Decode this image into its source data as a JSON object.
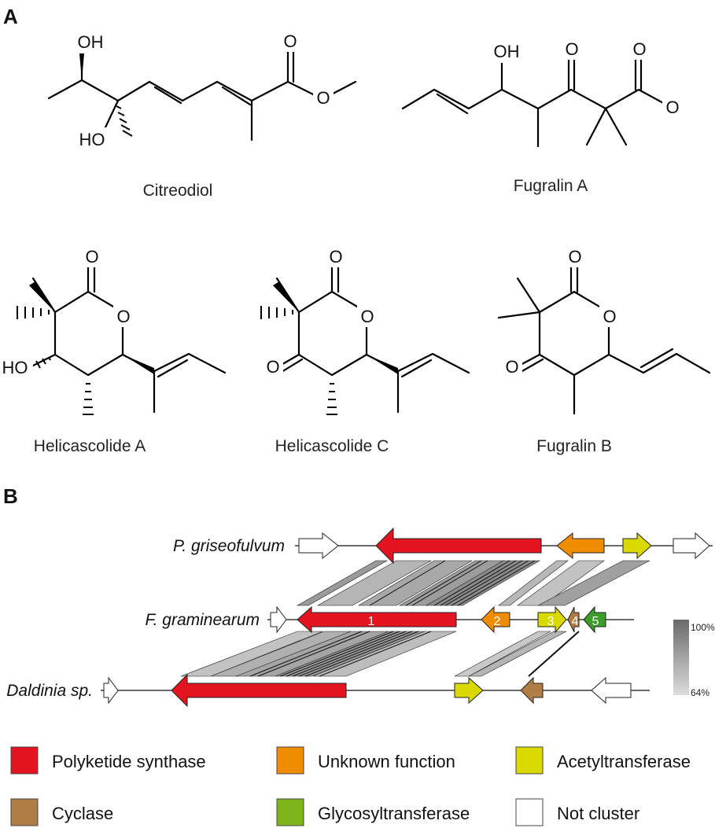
{
  "panel_a": {
    "label": "A",
    "compounds": [
      {
        "name": "Citreodiol",
        "atoms": [
          "OH",
          "HO",
          "O",
          "O"
        ]
      },
      {
        "name": "Fugralin A",
        "atoms": [
          "OH",
          "O",
          "O",
          "O"
        ]
      },
      {
        "name": "Helicascolide A",
        "atoms": [
          "O",
          "O",
          "HO"
        ]
      },
      {
        "name": "Helicascolide C",
        "atoms": [
          "O",
          "O",
          "O"
        ]
      },
      {
        "name": "Fugralin B",
        "atoms": [
          "O",
          "O",
          "O"
        ]
      }
    ]
  },
  "panel_b": {
    "label": "B",
    "organisms": [
      "P. griseofulvum",
      "F. graminearum",
      "Daldinia sp."
    ],
    "gene_numbers": [
      "1",
      "2",
      "3",
      "4",
      "5"
    ],
    "scale": {
      "max": "100%",
      "min": "64%"
    },
    "legend": [
      {
        "label": "Polyketide synthase",
        "color": "#e3141f"
      },
      {
        "label": "Unknown function",
        "color": "#f08c00"
      },
      {
        "label": "Acetyltransferase",
        "color": "#d9d900"
      },
      {
        "label": "Cyclase",
        "color": "#b07d46"
      },
      {
        "label": "Glycosyltransferase",
        "color": "#7fb51c"
      },
      {
        "label": "Not cluster",
        "color": "#ffffff"
      }
    ]
  }
}
